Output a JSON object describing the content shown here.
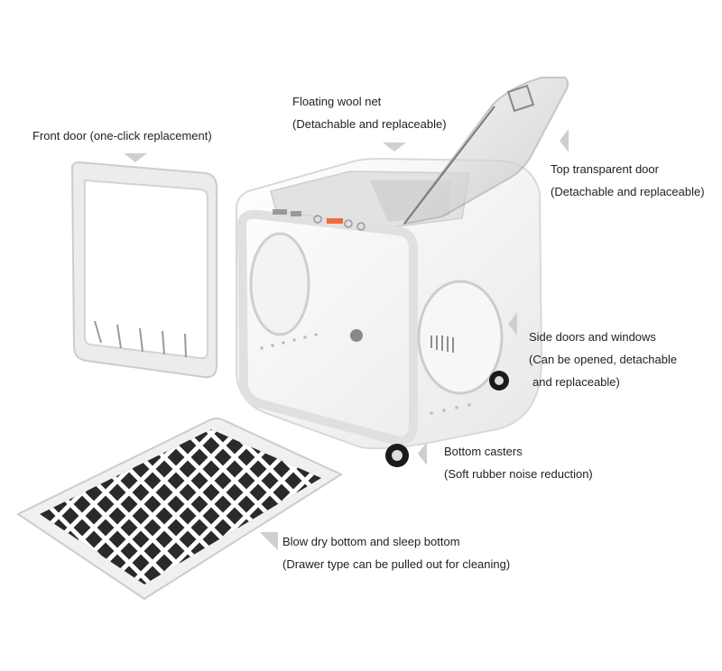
{
  "callouts": {
    "wool_net": {
      "title": "Floating wool net",
      "detail": "(Detachable and replaceable)"
    },
    "front_door": {
      "title": "Front door (one-click replacement)"
    },
    "top_door": {
      "title": "Top transparent door",
      "detail": "(Detachable and replaceable)"
    },
    "side_doors": {
      "title": "Side doors and windows",
      "detail": "(Can be opened, detachable",
      "detail2": "and replaceable)"
    },
    "casters": {
      "title": "Bottom casters",
      "detail": "(Soft rubber noise reduction)"
    },
    "bottom": {
      "title": "Blow dry bottom and sleep bottom",
      "detail": "(Drawer type can be pulled out for cleaning)"
    }
  },
  "colors": {
    "body": "#f7f7f7",
    "outline": "#d6d6d6",
    "pointer": "#cfcfcf",
    "accent": "#f26a3c"
  }
}
